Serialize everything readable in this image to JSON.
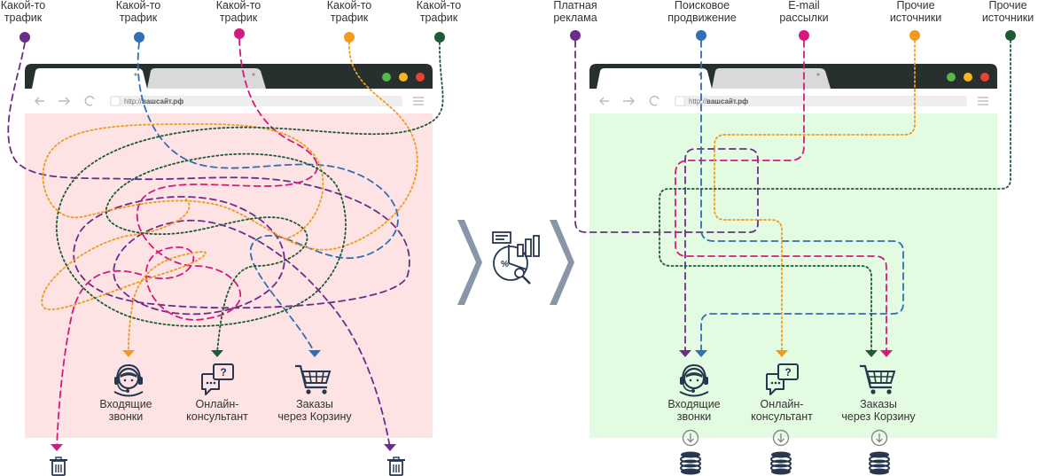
{
  "left": {
    "sources": [
      "Какой-то трафик",
      "Какой-то трафик",
      "Какой-то трафик",
      "Какой-то трафик",
      "Какой-то трафик"
    ],
    "url_prefix": "http://",
    "url_domain": "вашсайт.рф",
    "targets": [
      "Входящие звонки",
      "Онлайн- консультант",
      "Заказы через Корзину"
    ]
  },
  "right": {
    "sources": [
      "Платная реклама",
      "Поисковое продвижение",
      "E-mail рассылки",
      "Прочие источники",
      "Прочие источники"
    ],
    "url_prefix": "http://",
    "url_domain": "вашсайт.рф",
    "targets": [
      "Входящие звонки",
      "Онлайн- консультант",
      "Заказы через Корзину"
    ]
  },
  "colors": {
    "purple": "#6b2d8a",
    "blue": "#2f6fb5",
    "magenta": "#d6197c",
    "orange": "#f09a1f",
    "dark_green": "#1d5a36",
    "left_bg": "#fde3e4",
    "right_bg": "#e3fbe1",
    "browser_frame": "#27302f",
    "icon_dark": "#26374f"
  },
  "icons": {
    "phone": "headset-icon",
    "chat": "chat-question-icon",
    "cart": "shopping-cart-icon",
    "trash": "trash-icon",
    "money": "coin-stack-icon",
    "download": "download-circle-icon",
    "analytics": "analytics-icon"
  }
}
